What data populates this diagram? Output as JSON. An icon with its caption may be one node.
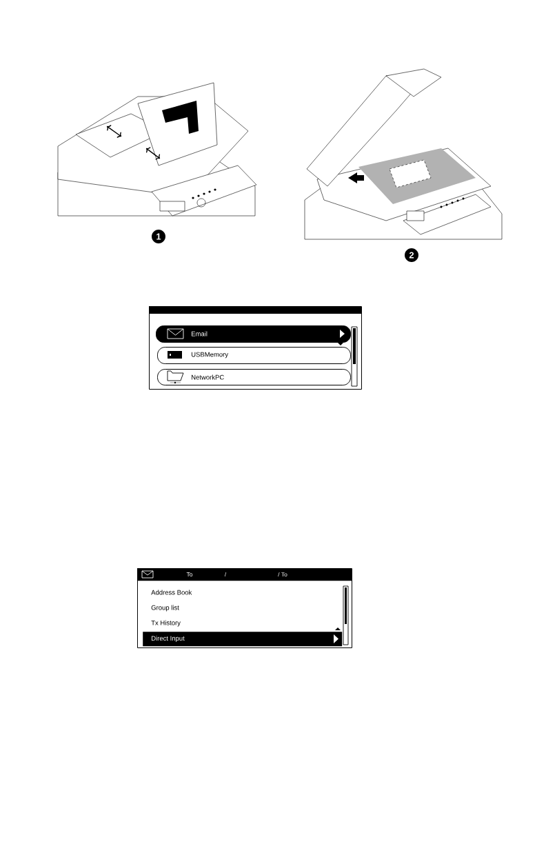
{
  "diagram": {
    "nodes": [
      {
        "text": [],
        "shape": "box"
      },
      {
        "text": [
          "Email"
        ],
        "in": 0
      },
      {
        "text": [
          "USBMemory"
        ],
        "in": 0
      },
      {
        "text": [
          "NetworkPC"
        ],
        "in": 0
      },
      {
        "text": [],
        "shape": "box"
      },
      {
        "text": [
          "To",
          "/",
          "/ To"
        ],
        "in": 4
      },
      {
        "text": [
          "Direct Input"
        ],
        "in": 4
      }
    ],
    "labels": [
      "1",
      "2",
      "Address Book",
      "Group list",
      "Tx History"
    ]
  }
}
